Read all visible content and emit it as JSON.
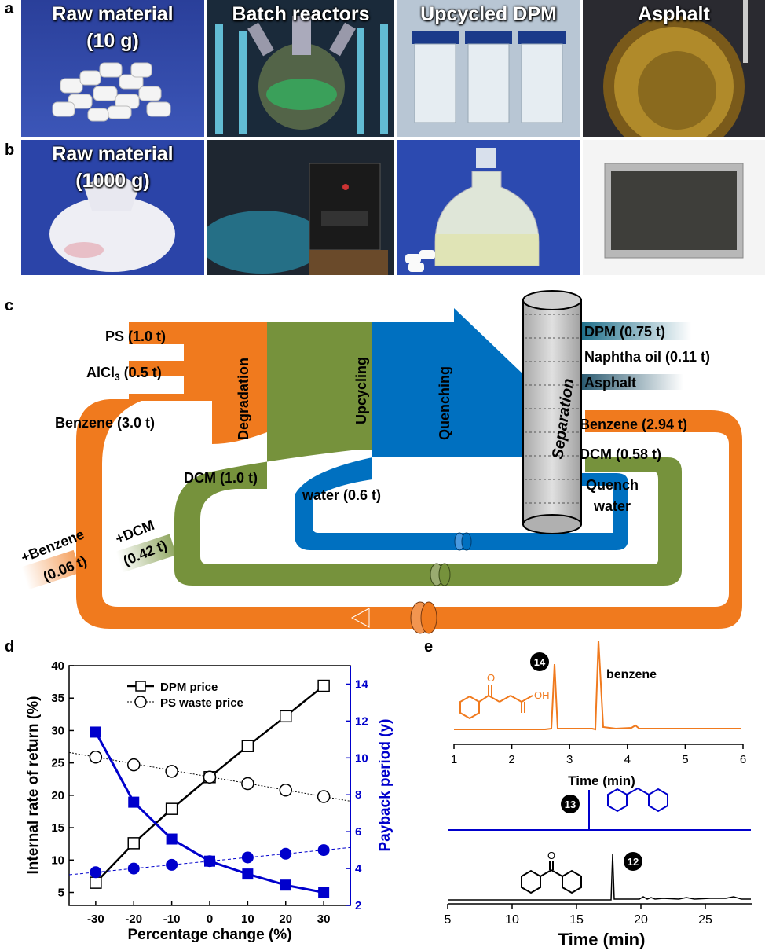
{
  "panel_labels": {
    "a": "a",
    "b": "b",
    "c": "c",
    "d": "d",
    "e": "e"
  },
  "photos_row_a": [
    "Raw material",
    "Batch reactors",
    "Upcycled DPM",
    "Asphalt"
  ],
  "photos_row_a_sub": "(10 g)",
  "photos_row_b": [
    "Raw material"
  ],
  "photos_row_b_sub": "(1000 g)",
  "flow": {
    "inputs": [
      "PS (1.0 t)",
      "AlCl3 (0.5 t)",
      "Benzene (3.0 t)"
    ],
    "stages": [
      "Degradation",
      "Upcycling",
      "Quenching",
      "Separation"
    ],
    "products": [
      "DPM (0.75 t)",
      "Naphtha oil (0.11 t)",
      "Asphalt"
    ],
    "recycle": [
      "Benzene (2.94 t)",
      "DCM (0.58 t)",
      "Quench",
      "water"
    ],
    "loop_labels": [
      "DCM (1.0 t)",
      "water (0.6 t)"
    ],
    "makeup": [
      "+Benzene",
      "(0.06 t)",
      "+DCM",
      "(0.42 t)"
    ],
    "colors": {
      "orange": "#f07a1e",
      "green": "#76923c",
      "blue": "#0070c0"
    }
  },
  "chart_d": {
    "type": "line",
    "xlabel": "Percentage change (%)",
    "ylabel_left": "Internal rate of return (%)",
    "ylabel_right": "Payback period (y)",
    "x": [
      -30,
      -20,
      -10,
      0,
      10,
      20,
      30
    ],
    "xticks": [
      "-30",
      "-20",
      "-10",
      "0",
      "10",
      "20",
      "30"
    ],
    "yticks_left": [
      "5",
      "10",
      "15",
      "20",
      "25",
      "30",
      "35",
      "40"
    ],
    "yticks_right": [
      "2",
      "4",
      "6",
      "8",
      "10",
      "12",
      "14"
    ],
    "ylim_left": [
      3,
      40
    ],
    "ylim_right": [
      2,
      15
    ],
    "xlim": [
      -37,
      37
    ],
    "series": [
      {
        "name": "DPM price",
        "axis": "left",
        "marker": "open-square",
        "values": [
          6.5,
          12.6,
          17.9,
          22.8,
          27.6,
          32.2,
          36.9
        ]
      },
      {
        "name": "PS waste price",
        "axis": "left",
        "marker": "open-circle",
        "values": [
          25.9,
          24.7,
          23.7,
          22.8,
          21.8,
          20.8,
          19.8
        ]
      },
      {
        "axis": "right",
        "marker": "filled-square",
        "values": [
          11.4,
          7.6,
          5.6,
          4.4,
          3.7,
          3.1,
          2.7
        ]
      },
      {
        "axis": "right",
        "marker": "filled-circle",
        "values": [
          3.8,
          4.0,
          4.2,
          4.4,
          4.6,
          4.8,
          5.0
        ]
      }
    ]
  },
  "chart_e": {
    "type": "line",
    "top": {
      "xlabel": "Time (min)",
      "xticks": [
        "1",
        "2",
        "3",
        "4",
        "5",
        "6"
      ],
      "compound": "14",
      "peak_label": "benzene",
      "color": "#f07a1e"
    },
    "middle": {
      "compound": "13",
      "color": "#0000cc"
    },
    "bottom": {
      "xlabel": "Time (min)",
      "xticks": [
        "5",
        "10",
        "15",
        "20",
        "25"
      ],
      "compound": "12",
      "color": "#000000"
    },
    "oh_label": "OH"
  }
}
